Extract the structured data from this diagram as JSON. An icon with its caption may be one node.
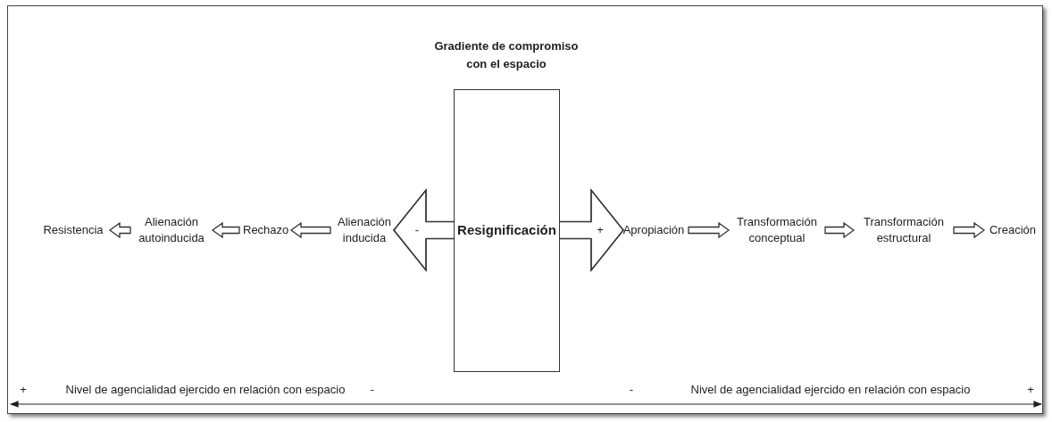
{
  "diagram": {
    "nodes": [
      {
        "text": [
          "Gradiente de compromiso con el espacio",
          "Resignificación"
        ]
      },
      {
        "text": [
          "Alienación inducida"
        ]
      },
      {
        "text": [
          "Rechazo"
        ]
      },
      {
        "text": [
          "Alienación autoinducida"
        ]
      },
      {
        "text": [
          "Resistencia"
        ]
      },
      {
        "text": [
          "Apropiación"
        ]
      },
      {
        "text": [
          "Transformación conceptual"
        ]
      },
      {
        "text": [
          "Transformación estructural"
        ]
      },
      {
        "text": [
          "Creación"
        ]
      }
    ],
    "edges": [
      {
        "from": 0,
        "to": 1,
        "arrow": "to"
      },
      {
        "from": 1,
        "to": 2,
        "arrow": "to"
      },
      {
        "from": 2,
        "to": 3,
        "arrow": "to"
      },
      {
        "from": 3,
        "to": 4,
        "arrow": "to"
      },
      {
        "from": 0,
        "to": 5,
        "arrow": "to"
      },
      {
        "from": 5,
        "to": 6,
        "arrow": "to"
      },
      {
        "from": 6,
        "to": 7,
        "arrow": "to"
      },
      {
        "from": 7,
        "to": 8,
        "arrow": "to"
      }
    ],
    "labels": [
      "-",
      "+",
      "+",
      "Nivel de agencialidad ejercido en relación con espacio",
      "-",
      "-",
      "Nivel de agencialidad ejercido en relación con espacio",
      "+"
    ]
  }
}
